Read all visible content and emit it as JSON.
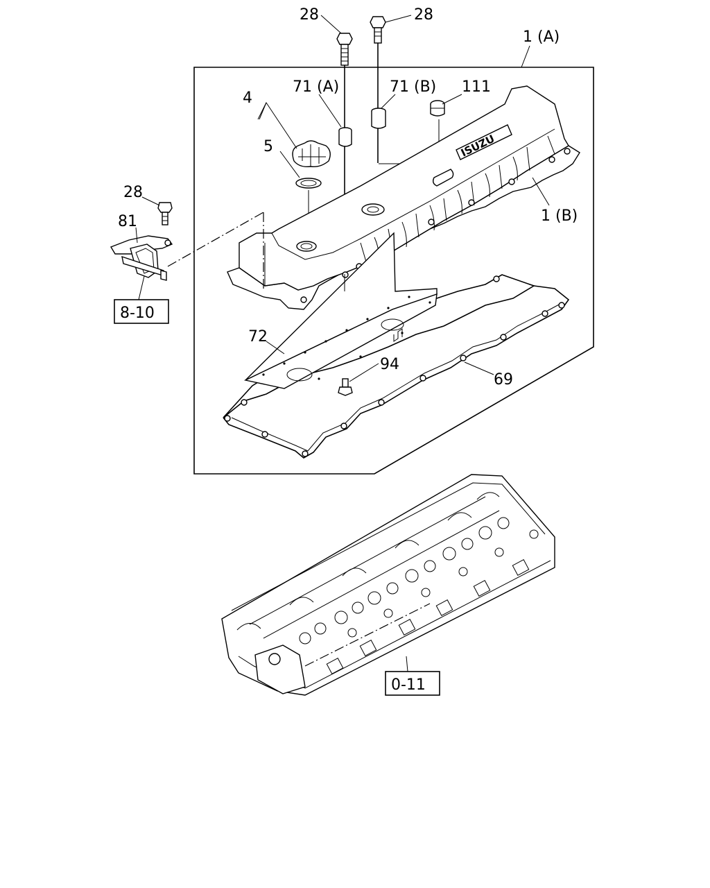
{
  "callouts": {
    "bolt_28_top_left": "28",
    "bolt_28_top_right": "28",
    "cover_assy": "1 (A)",
    "seal_71a": "71 (A)",
    "seal_71b": "71 (B)",
    "grommet_111": "111",
    "cap_4": "4",
    "oring_5": "5",
    "bolt_28_left": "28",
    "bracket_81": "81",
    "cover_gasket_1b": "1 (B)",
    "baffle_72": "72",
    "bolt_94": "94",
    "gasket_69": "69"
  },
  "references": {
    "ref_8_10": "8-10",
    "ref_0_11": "0-11"
  },
  "branding": {
    "cover_logo": "ISUZU"
  }
}
